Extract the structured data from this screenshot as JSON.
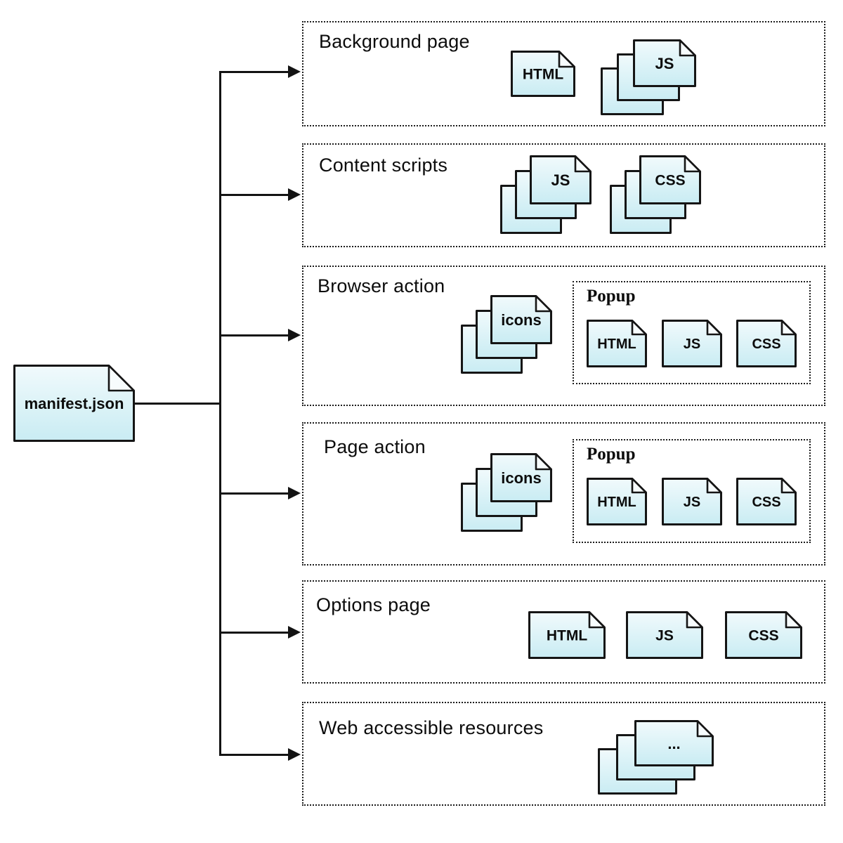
{
  "root_file": {
    "label": "manifest.json"
  },
  "sections": [
    {
      "title": "Background page"
    },
    {
      "title": "Content scripts"
    },
    {
      "title": "Browser action",
      "popup_title": "Popup"
    },
    {
      "title": "Page action",
      "popup_title": "Popup"
    },
    {
      "title": "Options page"
    },
    {
      "title": "Web accessible resources"
    }
  ],
  "files": {
    "bg_html": "HTML",
    "bg_js": "JS",
    "cs_js": "JS",
    "cs_css": "CSS",
    "ba_icons": "icons",
    "ba_popup_html": "HTML",
    "ba_popup_js": "JS",
    "ba_popup_css": "CSS",
    "pa_icons": "icons",
    "pa_popup_html": "HTML",
    "pa_popup_js": "JS",
    "pa_popup_css": "CSS",
    "opt_html": "HTML",
    "opt_js": "JS",
    "opt_css": "CSS",
    "war_more": "..."
  },
  "colors": {
    "doc_fill_top": "#f1fafc",
    "doc_fill_bottom": "#c9ecf3",
    "doc_stroke": "#151515",
    "box_border": "#1c1c1c",
    "line": "#131313",
    "background": "#ffffff"
  }
}
